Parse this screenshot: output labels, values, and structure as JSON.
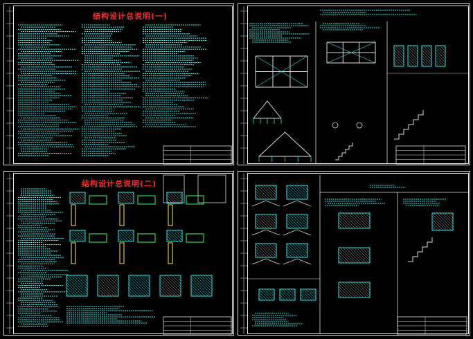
{
  "colors": {
    "background": "#000000",
    "frame": "#dcdcdc",
    "annotation": "#2de8ea",
    "title": "#ff2a2a",
    "accent_yellow": "#ffe84a",
    "accent_green": "#33ff66"
  },
  "sheets": [
    {
      "id": "sheet-1",
      "title": "结构设计总说明(一)",
      "subtitle": ""
    },
    {
      "id": "sheet-2",
      "title": "",
      "subtitle": ""
    },
    {
      "id": "sheet-3",
      "title": "结构设计总说明(二)",
      "subtitle": ""
    },
    {
      "id": "sheet-4",
      "title": "",
      "subtitle": ""
    }
  ]
}
